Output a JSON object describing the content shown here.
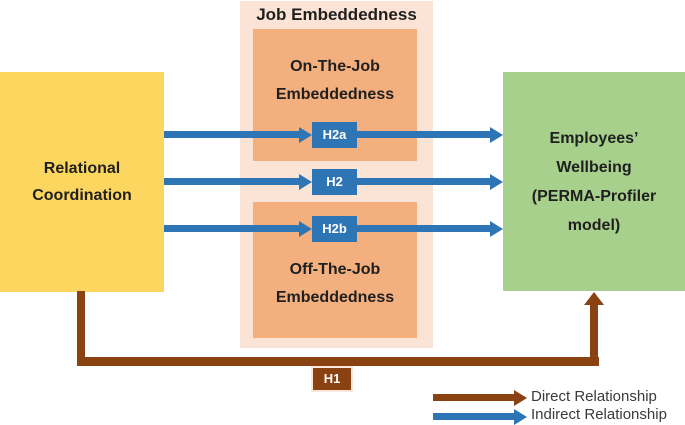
{
  "container_title": "Job Embeddedness",
  "boxes": {
    "relational": {
      "line1": "Relational",
      "line2": "Coordination"
    },
    "on_the_job": {
      "line1": "On-The-Job",
      "line2": "Embeddedness"
    },
    "off_the_job": {
      "line1": "Off-The-Job",
      "line2": "Embeddedness"
    },
    "wellbeing": {
      "line1": "Employees’",
      "line2": "Wellbeing",
      "line3": "(PERMA-Profiler",
      "line4": "model)"
    }
  },
  "hypothesis_labels": {
    "h2a": "H2a",
    "h2": "H2",
    "h2b": "H2b",
    "h1": "H1"
  },
  "legend": {
    "direct": "Direct Relationship",
    "indirect": "Indirect Relationship"
  },
  "colors": {
    "yellow": "#FCD65F",
    "peach": "#FBE4D5",
    "orange": "#F3AF7D",
    "green": "#A7D08C",
    "blue": "#2E75B6",
    "brown": "#8A4213",
    "text-dark": "#1F1F1F",
    "legend-text": "#3A3A3A"
  }
}
